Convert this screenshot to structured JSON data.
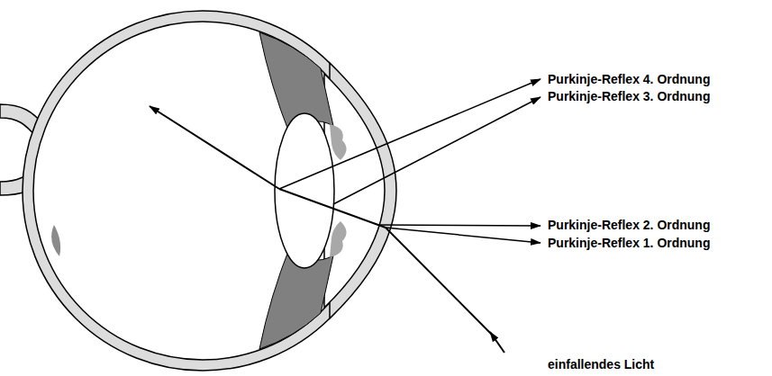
{
  "diagram": {
    "labels": [
      "Purkinje-Reflex 4. Ordnung",
      "Purkinje-Reflex 3. Ordnung",
      "Purkinje-Reflex 2. Ordnung",
      "Purkinje-Reflex 1. Ordnung",
      "einfallendes Licht"
    ]
  }
}
